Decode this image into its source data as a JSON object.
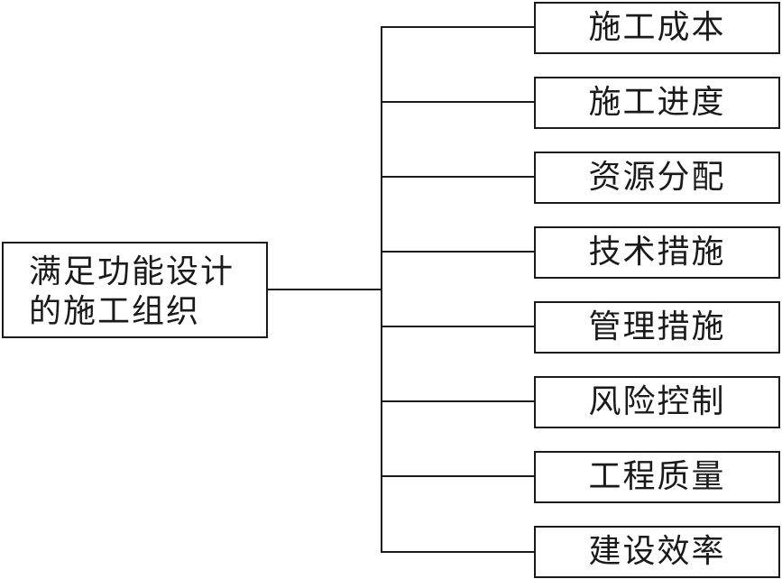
{
  "root": {
    "line1": "满足功能设计",
    "line2": "的施工组织"
  },
  "branches": [
    "施工成本",
    "施工进度",
    "资源分配",
    "技术措施",
    "管理措施",
    "风险控制",
    "工程质量",
    "建设效率"
  ]
}
